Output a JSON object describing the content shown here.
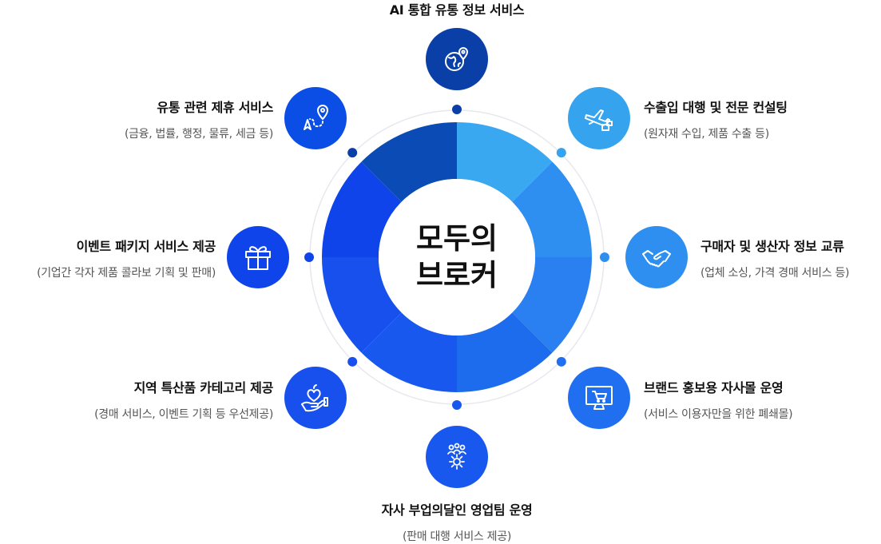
{
  "center": {
    "line1": "모두의",
    "line2": "브로커"
  },
  "colors": {
    "dark_navy": "#0a3fa8",
    "royal_blue": "#0b4ee6",
    "mid_blue": "#1f6ff0",
    "light_blue": "#36a3ee",
    "ring_segments": [
      "#3aa8f0",
      "#2e8ff0",
      "#2a80f0",
      "#1e6cee",
      "#1858ee",
      "#1750ec",
      "#0f44ea",
      "#0a4bb5"
    ]
  },
  "nodes": [
    {
      "id": "top",
      "title": "AI 통합 유통 정보 서비스",
      "subtitle": "",
      "icon": "globe-pin-icon"
    },
    {
      "id": "top-right",
      "title": "수출입 대행 및 전문 컨설팅",
      "subtitle": "(원자재 수입, 제품 수출 등)",
      "icon": "airplane-box-icon"
    },
    {
      "id": "right",
      "title": "구매자 및 생산자 정보 교류",
      "subtitle": "(업체 소싱, 가격 경매 서비스 등)",
      "icon": "handshake-icon"
    },
    {
      "id": "bottom-right",
      "title": "브랜드 홍보용 자사몰 운영",
      "subtitle": "(서비스 이용자만을 위한 폐쇄몰)",
      "icon": "monitor-cart-icon"
    },
    {
      "id": "bottom",
      "title": "자사 부업의달인 영업팀 운영",
      "subtitle": "(판매 대행 서비스 제공)",
      "icon": "team-gear-icon"
    },
    {
      "id": "bottom-left",
      "title": "지역 특산품 카테고리 제공",
      "subtitle": "(경매 서비스, 이벤트 기획 등 우선제공)",
      "icon": "hand-heart-icon"
    },
    {
      "id": "left",
      "title": "이벤트 패키지 서비스 제공",
      "subtitle": "(기업간 각자 제품 콜라보 기획 및 판매)",
      "icon": "gift-icon"
    },
    {
      "id": "top-left",
      "title": "유통 관련 제휴 서비스",
      "subtitle": "(금융, 법률, 행정, 물류, 세금 등)",
      "icon": "route-pin-icon"
    }
  ]
}
